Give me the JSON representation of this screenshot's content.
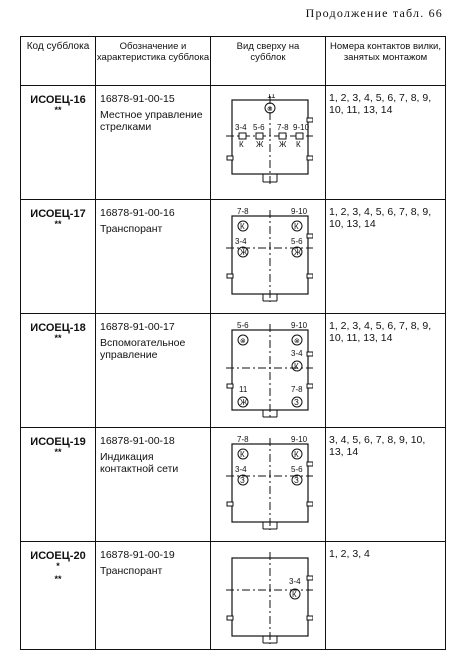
{
  "caption": "Продолжение табл. 66",
  "headers": {
    "code": "Код субблока",
    "designation": "Обозначение и характеристика субблока",
    "view": "Вид сверху на субблок",
    "contacts": "Номера контактов вилки, занятых монтажом"
  },
  "rows": [
    {
      "code": "ИСОЕЦ-16",
      "stars": "**",
      "number": "16878-91-00-15",
      "desc": "Местное управление стрелками",
      "contacts": "1, 2, 3, 4, 5, 6, 7, 8, 9, 10, 11, 13, 14",
      "labels": {
        "top": "11",
        "l1": "3-4",
        "l2": "5-6",
        "l3": "7-8",
        "l4": "9-10",
        "s1": "К",
        "s2": "Ж",
        "s3": "Ж",
        "s4": "К"
      }
    },
    {
      "code": "ИСОЕЦ-17",
      "stars": "**",
      "number": "16878-91-00-16",
      "desc": "Транспорант",
      "contacts": "1, 2, 3, 4, 5, 6, 7, 8, 9, 10, 13, 14",
      "labels": {
        "a": "7-8",
        "b": "9-10",
        "c": "3-4",
        "d": "5-6",
        "sa": "К",
        "sb": "К",
        "sc": "Ж",
        "sd": "Ж"
      }
    },
    {
      "code": "ИСОЕЦ-18",
      "stars": "**",
      "number": "16878-91-00-17",
      "desc": "Вспомогательное управление",
      "contacts": "1, 2, 3, 4, 5, 6, 7, 8, 9, 10, 11, 13, 14",
      "labels": {
        "a": "5-6",
        "b": "9-10",
        "c": "3-4",
        "d": "11",
        "e": "7-8",
        "sc": "К",
        "sd": "Ж",
        "se": "З"
      }
    },
    {
      "code": "ИСОЕЦ-19",
      "stars": "**",
      "number": "16878-91-00-18",
      "desc": "Индикация контактной сети",
      "contacts": "3, 4, 5, 6, 7, 8, 9, 10, 13, 14",
      "labels": {
        "a": "7-8",
        "b": "9-10",
        "c": "3-4",
        "d": "5-6",
        "sa": "К",
        "sb": "К",
        "sc": "З",
        "sd": "З"
      }
    },
    {
      "code": "ИСОЕЦ-20",
      "star1": "*",
      "stars": "**",
      "number": "16878-91-00-19",
      "desc": "Транспорант",
      "contacts": "1, 2, 3, 4",
      "labels": {
        "a": "3-4",
        "sa": "К"
      }
    }
  ]
}
